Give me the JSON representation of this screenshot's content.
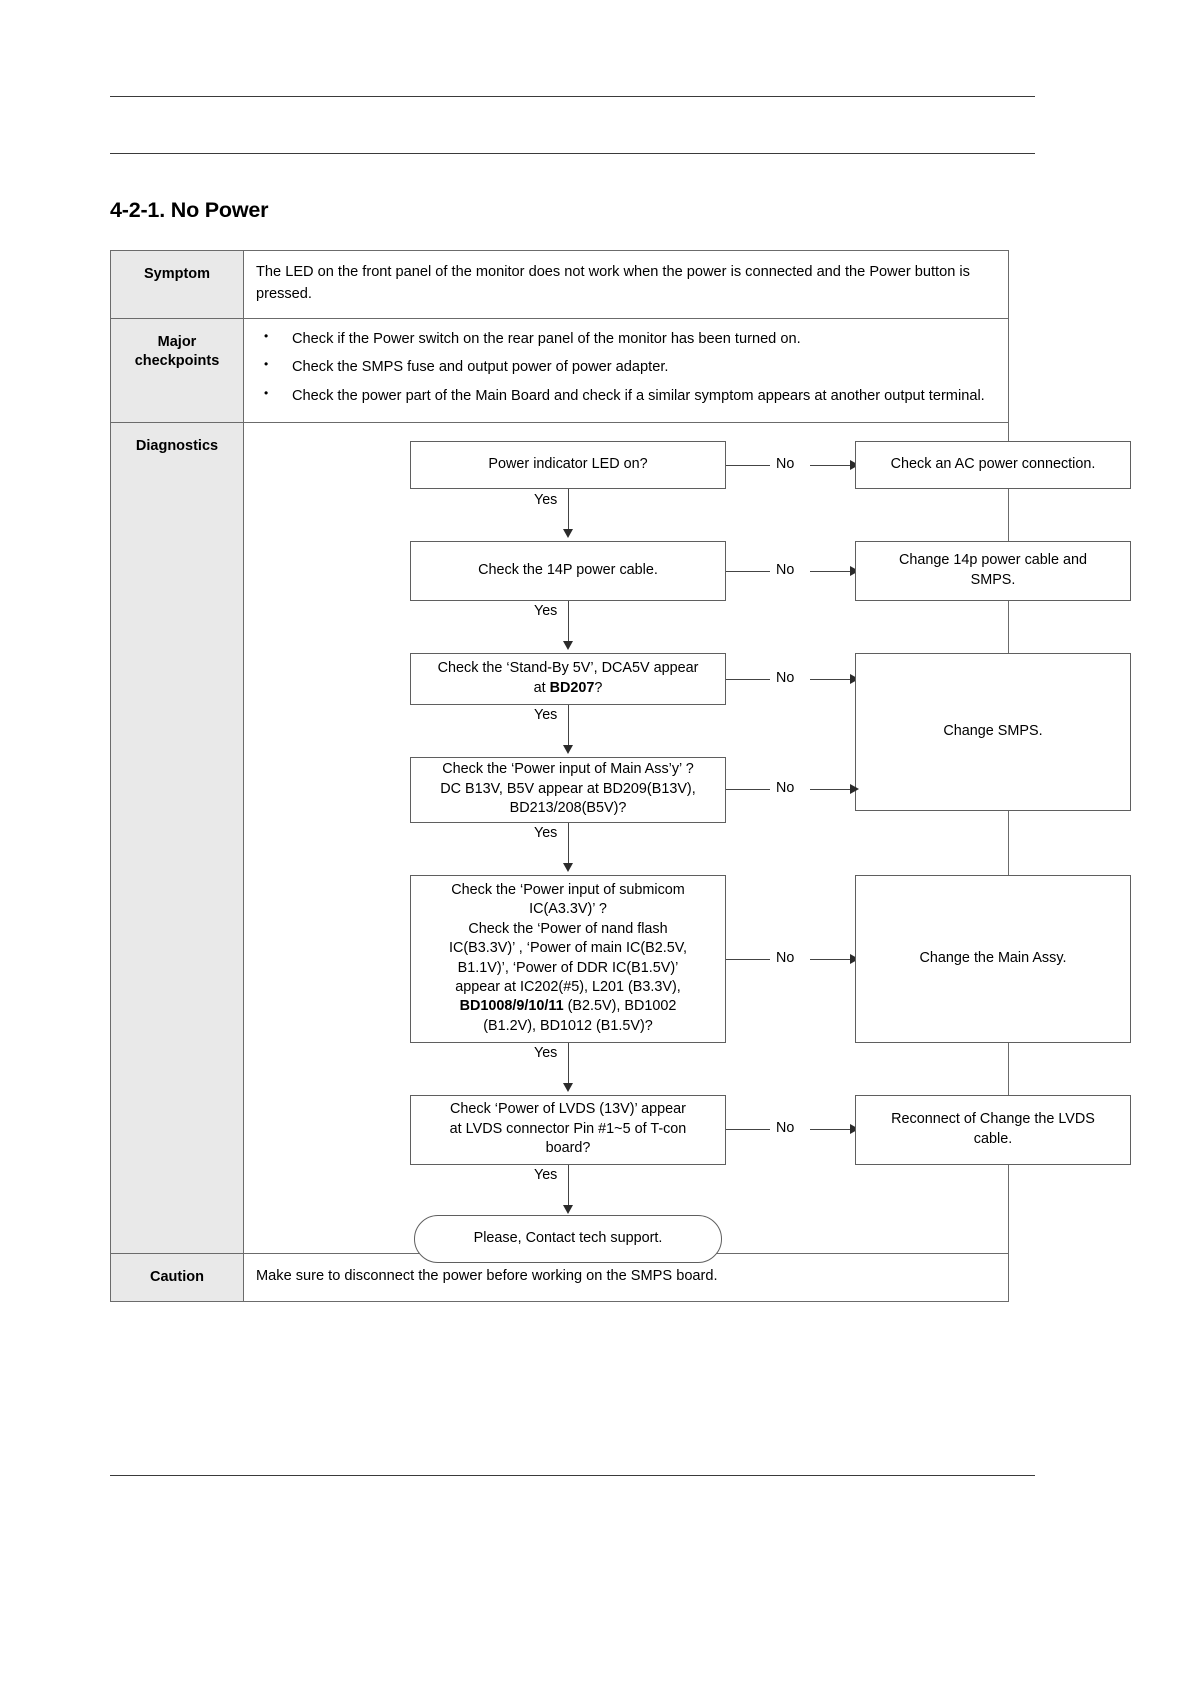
{
  "document": {
    "section_heading": "4-2-1. No Power"
  },
  "table": {
    "rows": {
      "symptom": {
        "label": "Symptom",
        "text": "The LED on the front panel of the monitor does not work when the power is connected and the Power button is pressed."
      },
      "checkpoints": {
        "label": "Major\ncheckpoints",
        "label_line1": "Major",
        "label_line2": "checkpoints",
        "items": [
          "Check if the Power switch on the rear panel of the monitor has been turned on.",
          "Check the SMPS fuse and output power of power adapter.",
          "Check the power part of the Main Board and check if a similar symptom appears at another output terminal."
        ]
      },
      "diagnostics": {
        "label": "Diagnostics"
      },
      "caution": {
        "label": "Caution",
        "text": "Make sure to disconnect the power before working on the SMPS board."
      }
    }
  },
  "flowchart": {
    "yes_label": "Yes",
    "no_label": "No",
    "steps": [
      {
        "question": "Power indicator LED on?",
        "action": "Check an AC power connection."
      },
      {
        "question": "Check the 14P power cable.",
        "action_line1": "Change 14p power cable and",
        "action_line2": "SMPS."
      },
      {
        "question_line1": "Check the ‘Stand-By 5V’, DCA5V appear",
        "question_line2_pre": "at ",
        "question_line2_bold": "BD207",
        "question_line2_post": "?",
        "action": "Change SMPS."
      },
      {
        "question_line1": "Check the ‘Power input of Main Ass’y’ ?",
        "question_line2": "DC B13V, B5V appear at BD209(B13V),",
        "question_line3": "BD213/208(B5V)?"
      },
      {
        "question_line1": "Check the ‘Power input of submicom",
        "question_line2": "IC(A3.3V)’ ?",
        "question_line3": "Check the ‘Power of nand flash",
        "question_line4": "IC(B3.3V)’ , ‘Power of main IC(B2.5V,",
        "question_line5": "B1.1V)’, ‘Power of DDR IC(B1.5V)’",
        "question_line6": "appear at IC202(#5), L201 (B3.3V),",
        "question_line7_bold": "BD1008/9/10/11",
        "question_line7_post": " (B2.5V), BD1002",
        "question_line8": "(B1.2V), BD1012 (B1.5V)?",
        "action": "Change the Main Assy."
      },
      {
        "question_line1": "Check ‘Power of LVDS (13V)’  appear",
        "question_line2": "at LVDS connector Pin #1~5 of T-con",
        "question_line3": "board?",
        "action_line1": "Reconnect of Change the LVDS",
        "action_line2": "cable."
      }
    ],
    "terminator": "Please, Contact tech support."
  },
  "colors": {
    "label_cell_bg": "#e9e9e9",
    "border": "#5f5f5f",
    "text": "#000000"
  }
}
